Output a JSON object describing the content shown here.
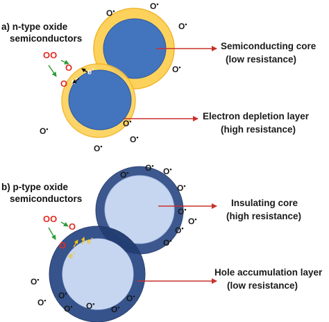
{
  "panel_a": {
    "title_line1": "a) n-type oxide",
    "title_line2": "semiconductors",
    "reactant_oo": "OO",
    "reactant_o_top": "O",
    "reactant_o_bottom": "O",
    "electron_a": "e",
    "electron_b": "e",
    "electron_sup_a": "-",
    "electron_sup_b": "-",
    "adsorbed_label": "O",
    "adsorbed_sup": "•",
    "core_label_line1": "Semiconducting core",
    "core_label_line2": "(low resistance)",
    "layer_label_line1": "Electron depletion layer",
    "layer_label_line2": "(high resistance)",
    "colors": {
      "shell": "#fcd25d",
      "shell_edge": "#f2b428",
      "core": "#4374be",
      "core_edge": "#2e5a9c",
      "arrow": "#c8302a",
      "electron_arrow": "#111111"
    }
  },
  "panel_b": {
    "title_line1": "b) p-type oxide",
    "title_line2": "semiconductors",
    "reactant_oo": "OO",
    "reactant_o_top": "O",
    "reactant_o_bottom": "O",
    "electron_a": "e",
    "electron_b": "e",
    "electron_sup_a": "-",
    "electron_sup_b": "-",
    "adsorbed_label": "O",
    "adsorbed_sup": "•",
    "core_label_line1": "Insulating core",
    "core_label_line2": "(high resistance)",
    "layer_label_line1": "Hole accumulation layer",
    "layer_label_line2": "(low resistance)",
    "colors": {
      "shell": "#2c4a86",
      "shell_edge": "#1f3766",
      "core": "#c6d6f0",
      "core_edge": "#a9bde0",
      "arrow": "#c8302a",
      "electron_arrow": "#f2c418"
    }
  },
  "green_arrow_color": "#2e9b3a"
}
